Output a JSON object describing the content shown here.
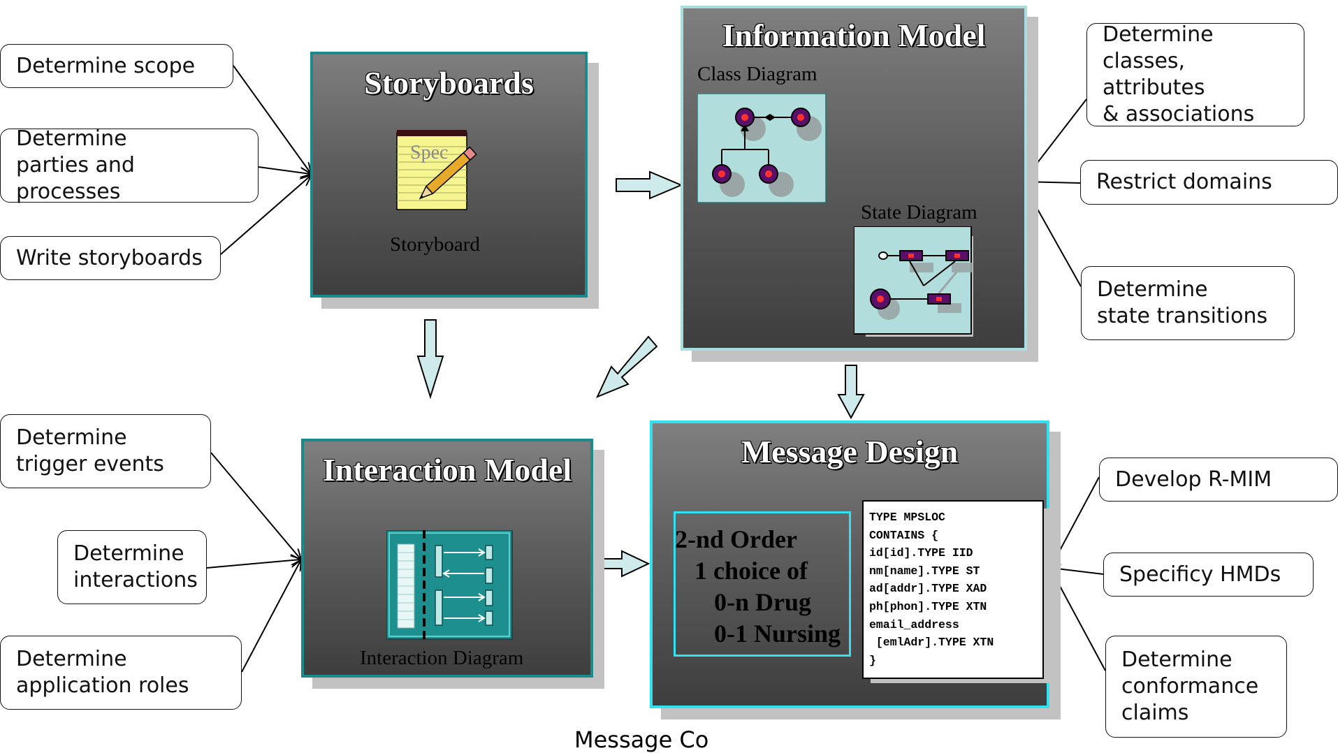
{
  "notes": {
    "determine_scope": "Determine scope",
    "determine_parties": "Determine\nparties and processes",
    "write_storyboards": "Write storyboards",
    "determine_classes": "Determine\nclasses, attributes\n& associations",
    "restrict_domains": "Restrict domains",
    "determine_state_transitions": "Determine\nstate transitions",
    "determine_trigger_events": "Determine\ntrigger events",
    "determine_interactions": "Determine\ninteractions",
    "determine_application_roles": "Determine\napplication roles",
    "develop_rmim": "Develop R-MIM",
    "specificy_hmds": "Specificy HMDs",
    "determine_conformance": "Determine\nconformance\nclaims"
  },
  "panels": {
    "storyboards": {
      "title": "Storyboards",
      "icon_text": "Spec",
      "label": "Storyboard"
    },
    "information_model": {
      "title": "Information Model",
      "class_label": "Class Diagram",
      "state_label": "State Diagram"
    },
    "interaction_model": {
      "title": "Interaction Model",
      "label": "Interaction Diagram"
    },
    "message_design": {
      "title": "Message Design",
      "order_lines": [
        "2-nd Order",
        "1 choice of",
        "0-n Drug",
        "0-1 Nursing"
      ],
      "code": "TYPE MPSLOC\nCONTAINS {\nid[id].TYPE IID\nnm[name].TYPE ST\nad[addr].TYPE XAD\nph[phon].TYPE XTN\nemail_address\n [emlAdr].TYPE XTN\n}"
    }
  },
  "caption": "Message Co",
  "colors": {
    "panel_border_teal": "#1a8a8a",
    "panel_border_light": "#a8dede",
    "panel_border_cyan": "#33e0f0",
    "arrow_fill": "#cfeaea"
  }
}
